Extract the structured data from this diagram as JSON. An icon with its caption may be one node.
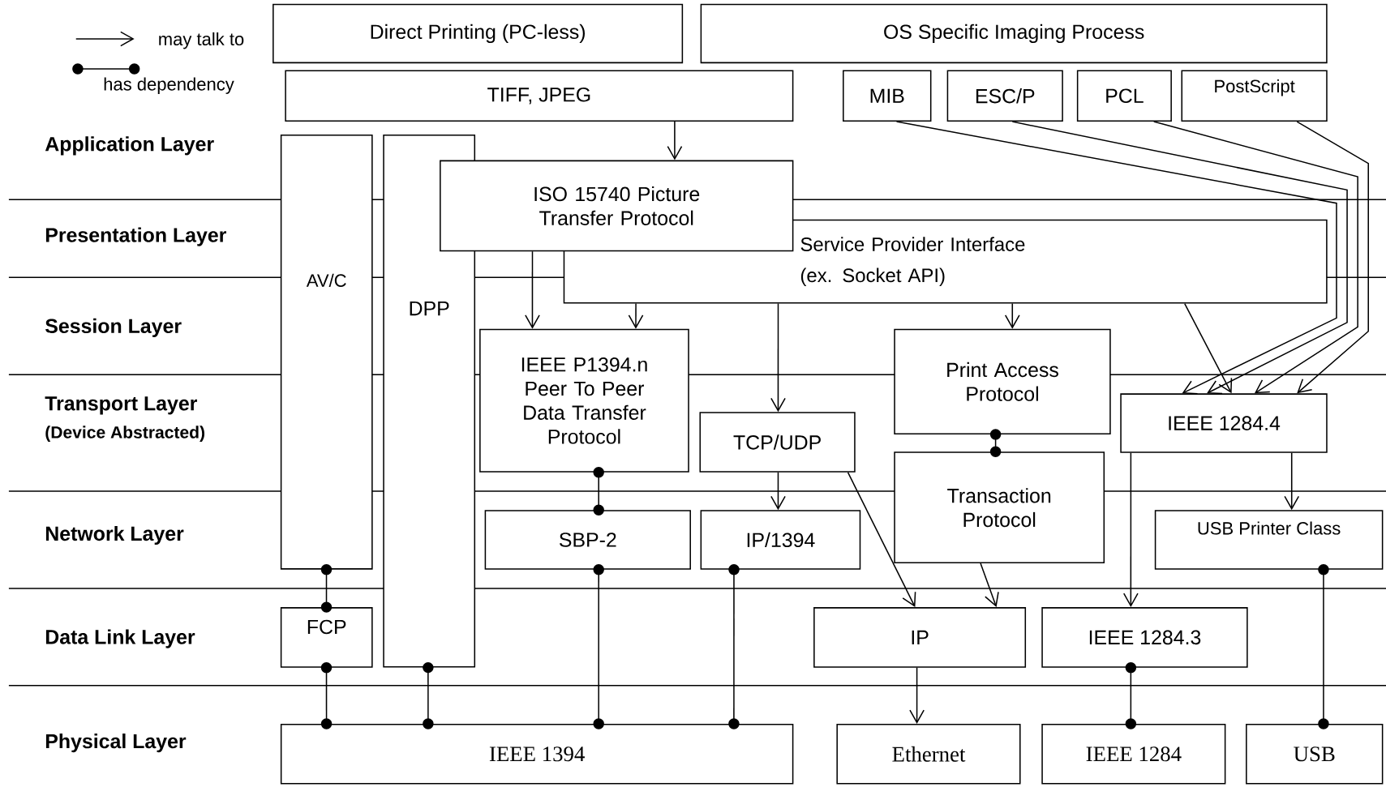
{
  "diagram": {
    "nodes": [
      {
        "text": [
          "Direct Printing (PC-less)"
        ]
      },
      {
        "text": [
          "OS Specific Imaging Process"
        ]
      },
      {
        "text": [
          "TIFF, JPEG"
        ]
      },
      {
        "text": [
          "MIB"
        ]
      },
      {
        "text": [
          "ESC/P"
        ]
      },
      {
        "text": [
          "PCL"
        ]
      },
      {
        "text": [
          "PostScript"
        ]
      },
      {
        "text": [
          "AV/C"
        ]
      },
      {
        "text": [
          "DPP"
        ]
      },
      {
        "text": [
          "ISO 15740 Picture Transfer Protocol"
        ]
      },
      {
        "text": [
          "Service Provider Interface",
          "(ex. Socket API)"
        ]
      },
      {
        "text": [
          "IEEE P1394.n Peer To Peer Data Transfer Protocol"
        ]
      },
      {
        "text": [
          "Print Access Protocol"
        ]
      },
      {
        "text": [
          "TCP/UDP"
        ]
      },
      {
        "text": [
          "IEEE 1284.4"
        ]
      },
      {
        "text": [
          "Transaction Protocol"
        ]
      },
      {
        "text": [
          "SBP-2"
        ]
      },
      {
        "text": [
          "IP/1394"
        ]
      },
      {
        "text": [
          "USB Printer Class"
        ]
      },
      {
        "text": [
          "FCP"
        ]
      },
      {
        "text": [
          "IP"
        ]
      },
      {
        "text": [
          "IEEE 1284.3"
        ]
      },
      {
        "text": [
          "IEEE 1394"
        ]
      },
      {
        "text": [
          "Ethernet"
        ]
      },
      {
        "text": [
          "IEEE 1284"
        ]
      },
      {
        "text": [
          "USB"
        ]
      }
    ],
    "edges": [
      {
        "from": 2,
        "to": 9,
        "arrow": "to"
      },
      {
        "from": 9,
        "to": 11,
        "arrow": "to"
      },
      {
        "from": 10,
        "to": 11,
        "arrow": "to"
      },
      {
        "from": 10,
        "to": 13,
        "arrow": "to"
      },
      {
        "from": 10,
        "to": 12,
        "arrow": "to"
      },
      {
        "from": 3,
        "to": 14,
        "arrow": "to"
      },
      {
        "from": 4,
        "to": 14,
        "arrow": "to"
      },
      {
        "from": 10,
        "to": 14,
        "arrow": "to"
      },
      {
        "from": 5,
        "to": 14,
        "arrow": "to"
      },
      {
        "from": 6,
        "to": 14,
        "arrow": "to"
      },
      {
        "from": 13,
        "to": 17,
        "arrow": "to"
      },
      {
        "from": 13,
        "to": 20,
        "arrow": "to"
      },
      {
        "from": 15,
        "to": 20,
        "arrow": "to"
      },
      {
        "from": 14,
        "to": 21,
        "arrow": "to"
      },
      {
        "from": 14,
        "to": 18,
        "arrow": "to"
      },
      {
        "from": 20,
        "to": 23,
        "arrow": "to"
      },
      {
        "from": 11,
        "to": 16,
        "arrow": "other"
      },
      {
        "from": 12,
        "to": 15,
        "arrow": "other"
      },
      {
        "from": 7,
        "to": 19,
        "arrow": "other"
      },
      {
        "from": 19,
        "to": 22,
        "arrow": "other"
      },
      {
        "from": 8,
        "to": 22,
        "arrow": "other"
      },
      {
        "from": 16,
        "to": 22,
        "arrow": "other"
      },
      {
        "from": 17,
        "to": 22,
        "arrow": "other"
      },
      {
        "from": 21,
        "to": 24,
        "arrow": "other"
      },
      {
        "from": 18,
        "to": 25,
        "arrow": "other"
      }
    ],
    "labels": [
      "Application Layer",
      "Presentation Layer",
      "Session Layer",
      "Transport Layer",
      "(Device Abstracted)",
      "Network Layer",
      "Data Link Layer",
      "Physical Layer"
    ],
    "legend": [
      {
        "text": "may talk to"
      },
      {
        "text": "has dependency"
      }
    ]
  }
}
